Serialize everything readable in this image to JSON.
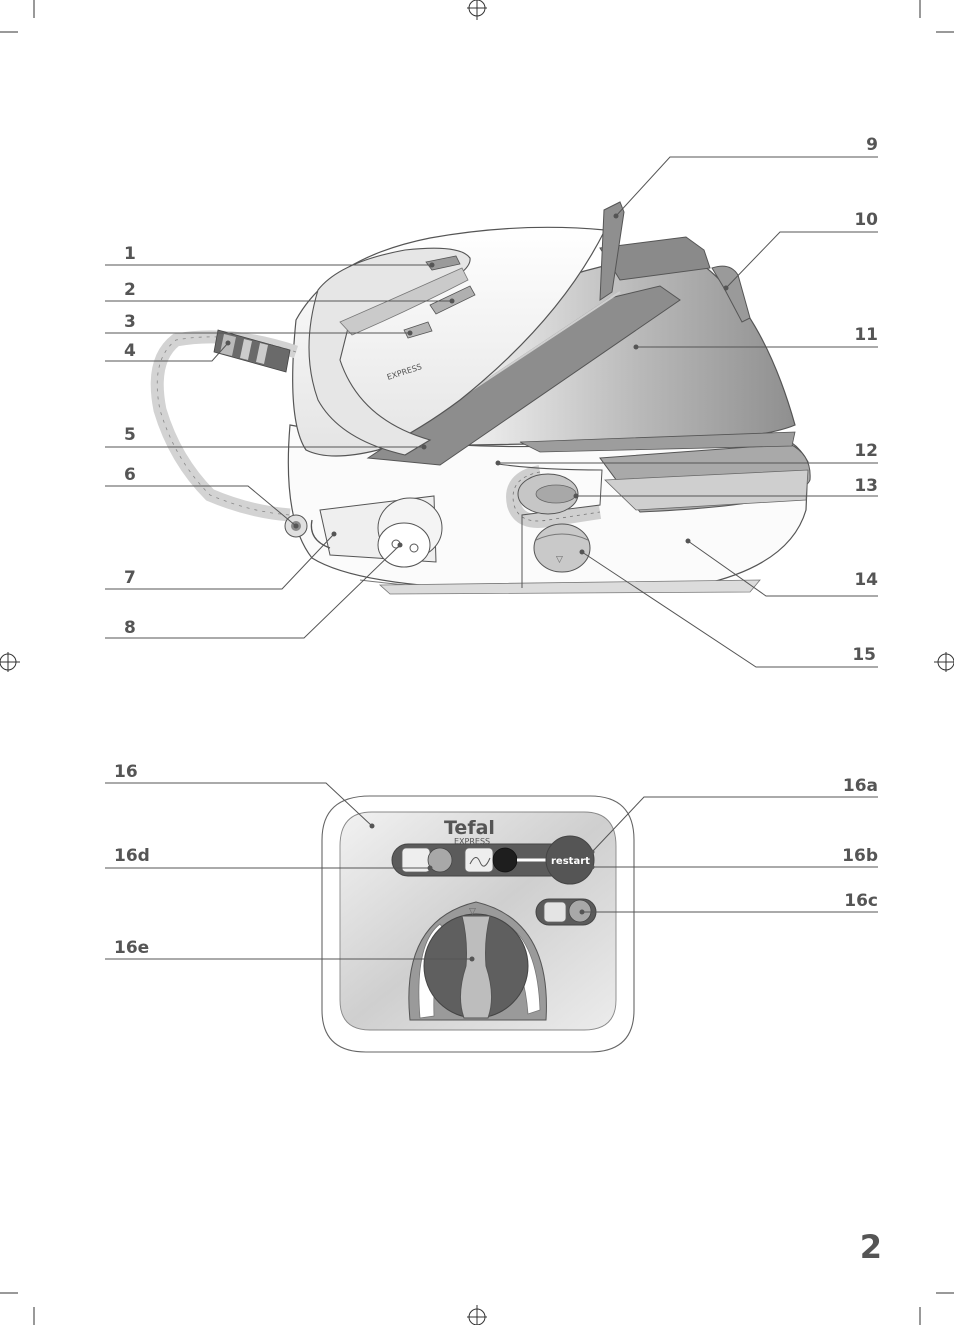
{
  "page_number": "2",
  "brand": {
    "logo": "Tefal",
    "sub": "EXPRESS"
  },
  "iron_text": "EXPRESS",
  "panel": {
    "restart_label": "restart"
  },
  "labels_left": [
    {
      "id": "1",
      "text": "1"
    },
    {
      "id": "2",
      "text": "2"
    },
    {
      "id": "3",
      "text": "3"
    },
    {
      "id": "4",
      "text": "4"
    },
    {
      "id": "5",
      "text": "5"
    },
    {
      "id": "6",
      "text": "6"
    },
    {
      "id": "7",
      "text": "7"
    },
    {
      "id": "8",
      "text": "8"
    },
    {
      "id": "16",
      "text": "16"
    },
    {
      "id": "16d",
      "text": "16d"
    },
    {
      "id": "16e",
      "text": "16e"
    }
  ],
  "labels_right": [
    {
      "id": "9",
      "text": "9"
    },
    {
      "id": "10",
      "text": "10"
    },
    {
      "id": "11",
      "text": "11"
    },
    {
      "id": "12",
      "text": "12"
    },
    {
      "id": "13",
      "text": "13"
    },
    {
      "id": "14",
      "text": "14"
    },
    {
      "id": "15",
      "text": "15"
    },
    {
      "id": "16a",
      "text": "16a"
    },
    {
      "id": "16b",
      "text": "16b"
    },
    {
      "id": "16c",
      "text": "16c"
    }
  ],
  "colors": {
    "line": "#555555",
    "dark": "#6f6f6f",
    "mid": "#9a9a9a",
    "light": "#d8d8d8"
  }
}
